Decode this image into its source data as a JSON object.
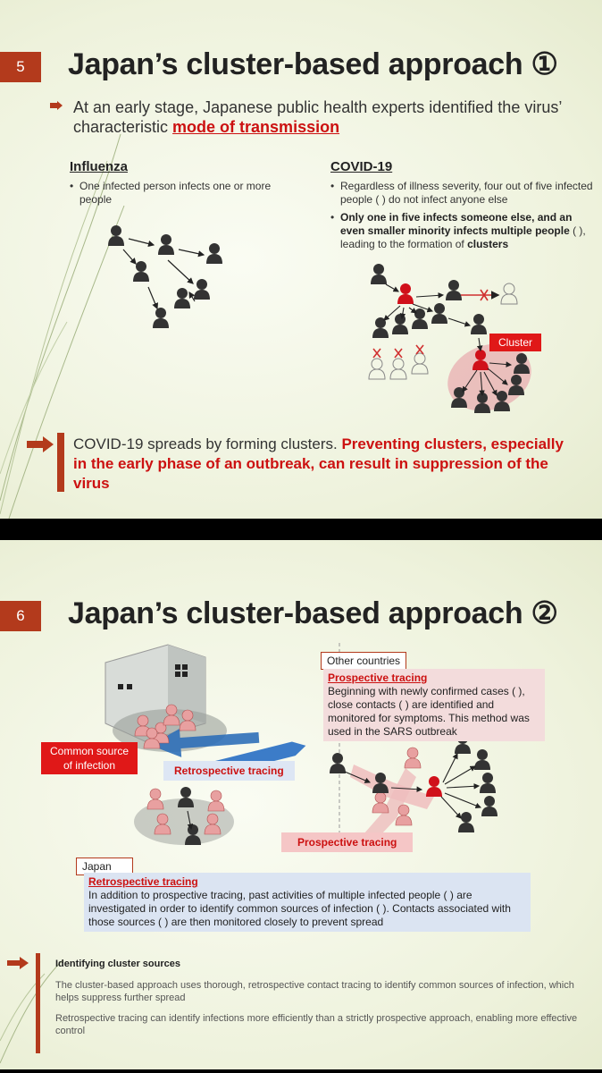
{
  "slide5": {
    "number": "5",
    "title": "Japan’s cluster-based approach ①",
    "bullet_pre": "At an early stage, Japanese public health experts identified the virus’ characteristic ",
    "bullet_em": "mode of transmission",
    "influenza": {
      "heading": "Influenza",
      "text": "One infected person infects one or more people"
    },
    "covid": {
      "heading": "COVID-19",
      "p1": "Regardless of illness severity, four out of five infected people ( ) do not infect anyone else",
      "p2_bold": "Only one in five infects someone else, and an even smaller minority infects multiple people",
      "p2_rest": " ( ), leading to the formation of ",
      "p2_clusters": "clusters"
    },
    "cluster_label": "Cluster",
    "conclusion_plain": "COVID-19 spreads by forming clusters. ",
    "conclusion_red": "Preventing clusters, especially in the early phase of an outbreak, can result in suppression of the virus"
  },
  "slide6": {
    "number": "6",
    "title": "Japan’s cluster-based approach ②",
    "other_countries": "Other countries",
    "prospective_title": "Prospective tracing",
    "prospective_text": "Beginning with newly confirmed cases ( ), close contacts ( ) are identified and monitored for symptoms. This method was used in the SARS outbreak",
    "common_source": "Common source of infection",
    "retro_arrow": "Retrospective tracing",
    "prosp_arrow": "Prospective tracing",
    "japan": "Japan",
    "retro_title": "Retrospective tracing",
    "retro_text": "In addition to prospective tracing, past activities of multiple infected people ( ) are investigated in order to identify common sources of infection ( ). Contacts associated with those sources ( ) are then monitored closely to prevent spread",
    "bottom_heading": "Identifying cluster sources",
    "bottom_p1": "The cluster-based approach uses thorough, retrospective contact tracing to identify common sources of infection, which helps suppress further spread",
    "bottom_p2": "Retrospective tracing can identify infections more efficiently than a strictly prospective approach, enabling more effective control"
  }
}
